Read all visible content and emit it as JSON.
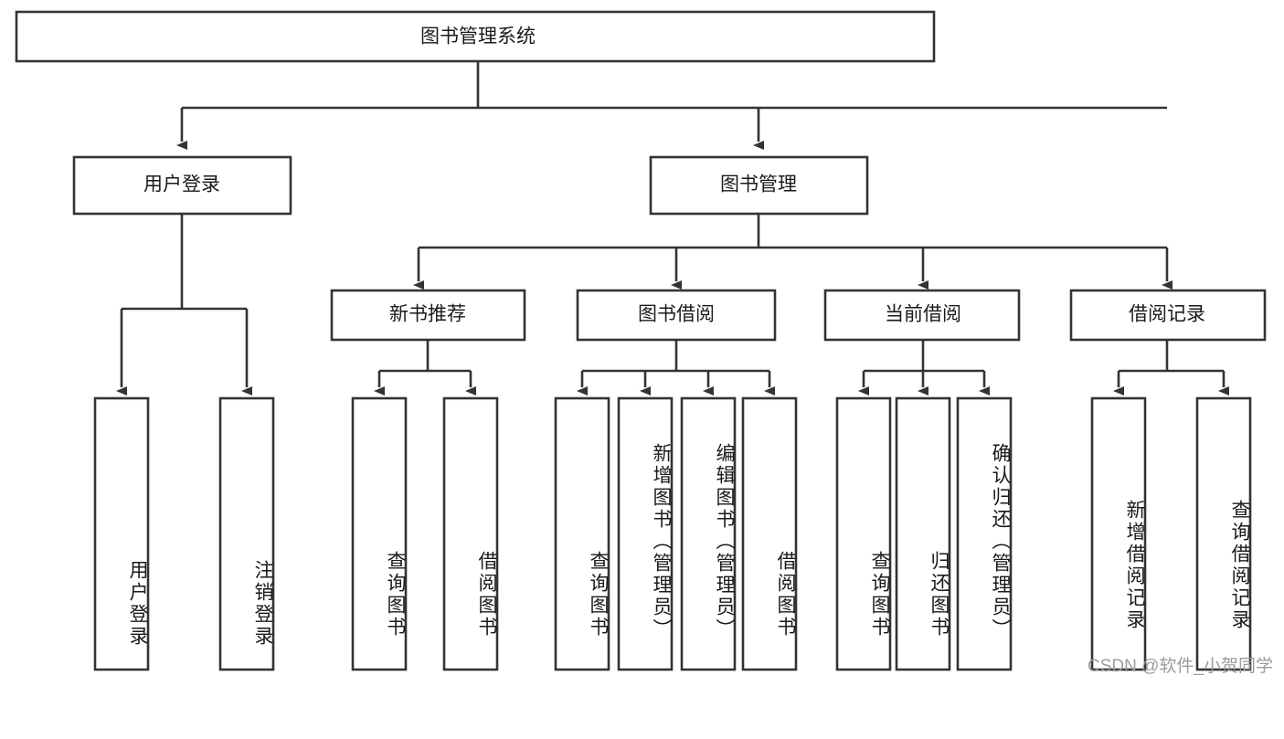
{
  "diagram": {
    "type": "tree",
    "title": "图书管理系统",
    "root": {
      "label": "图书管理系统"
    },
    "level1": [
      {
        "label": "用户登录"
      },
      {
        "label": "图书管理"
      }
    ],
    "level2": [
      {
        "label": "新书推荐"
      },
      {
        "label": "图书借阅"
      },
      {
        "label": "当前借阅"
      },
      {
        "label": "借阅记录"
      }
    ],
    "leaves": {
      "user_login": [
        {
          "label": "用户登录"
        },
        {
          "label": "注销登录"
        }
      ],
      "new_book_recommend": [
        {
          "label": "查询图书"
        },
        {
          "label": "借阅图书"
        }
      ],
      "book_borrow": [
        {
          "label": "查询图书"
        },
        {
          "label": "新增图书（管理员）"
        },
        {
          "label": "编辑图书（管理员）"
        },
        {
          "label": "借阅图书"
        }
      ],
      "current_borrow": [
        {
          "label": "查询图书"
        },
        {
          "label": "归还图书"
        },
        {
          "label": "确认归还（管理员）"
        }
      ],
      "borrow_record": [
        {
          "label": "新增借阅记录"
        },
        {
          "label": "查询借阅记录"
        }
      ]
    }
  },
  "watermark": {
    "text": "CSDN @软件_小贺同学"
  },
  "colors": {
    "box_stroke": "#333333",
    "box_fill": "#ffffff",
    "text": "#1a1a1a",
    "watermark": "#9b9b9b"
  }
}
